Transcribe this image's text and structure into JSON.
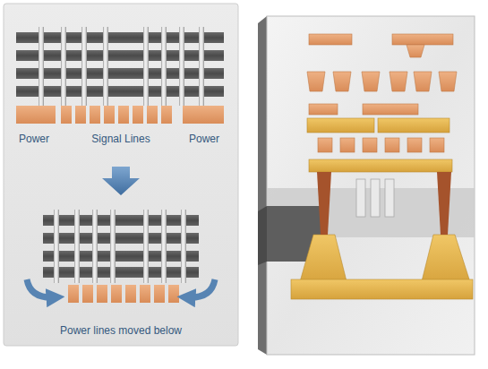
{
  "diagram": {
    "labels": [
      "Power",
      "Signal Lines",
      "Power",
      "Power lines moved below"
    ]
  }
}
